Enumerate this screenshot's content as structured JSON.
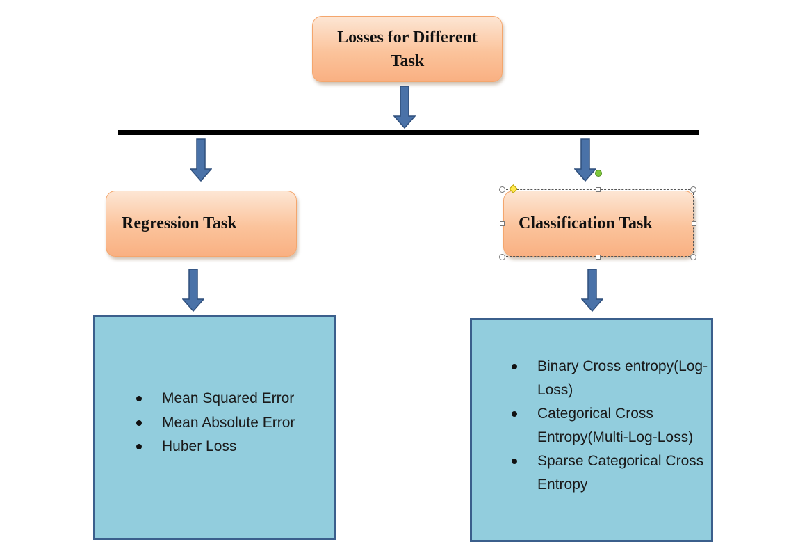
{
  "diagram": {
    "title": "Losses for Different Task",
    "regression": {
      "label": "Regression Task",
      "items": [
        "Mean Squared Error",
        "Mean Absolute Error",
        "Huber Loss"
      ]
    },
    "classification": {
      "label": "Classification Task",
      "items": [
        "Binary Cross entropy(Log-Loss)",
        "Categorical Cross Entropy(Multi-Log-Loss)",
        "Sparse Categorical Cross Entropy"
      ]
    },
    "colors": {
      "orange_fill": "#fbc39b",
      "orange_border": "#f4a66d",
      "blue_fill": "#92cddd",
      "blue_border": "#3b5f8c",
      "arrow_fill": "#4a72a8"
    },
    "icons": [
      "down-arrow-icon",
      "bullet-icon"
    ]
  }
}
